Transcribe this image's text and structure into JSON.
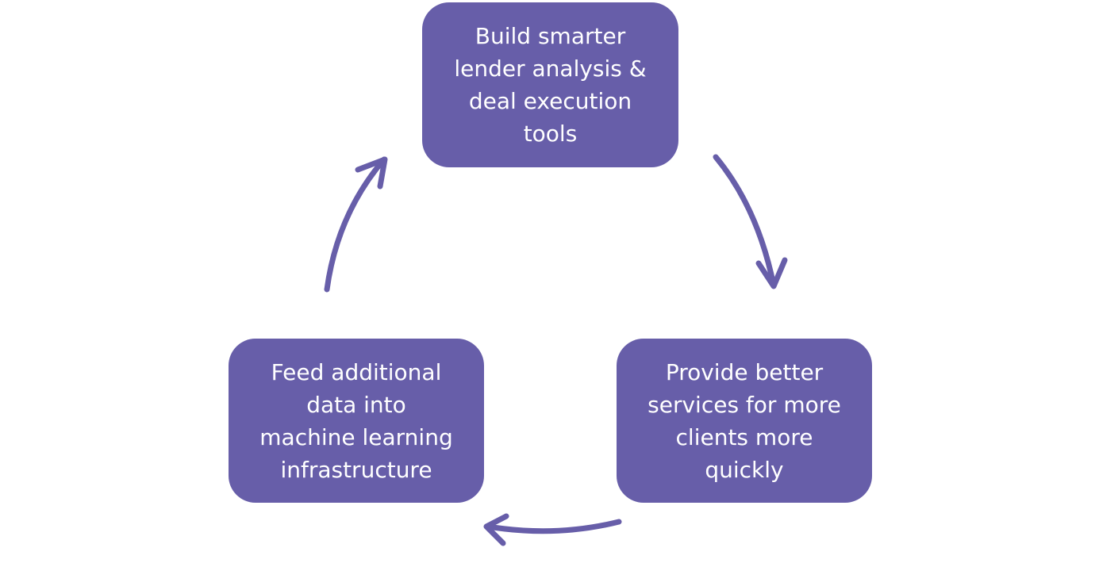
{
  "diagram": {
    "type": "cycle",
    "accent_color": "#675ea9",
    "text_color": "#ffffff",
    "nodes": [
      {
        "id": "top",
        "lines": [
          "Build smarter",
          "lender analysis &",
          "deal execution",
          "tools"
        ]
      },
      {
        "id": "right",
        "lines": [
          "Provide better",
          "services for more",
          "clients more",
          "quickly"
        ]
      },
      {
        "id": "left",
        "lines": [
          "Feed additional",
          "data into",
          "machine learning",
          "infrastructure"
        ]
      }
    ],
    "edges": [
      {
        "from": "top",
        "to": "right"
      },
      {
        "from": "right",
        "to": "left"
      },
      {
        "from": "left",
        "to": "top"
      }
    ]
  }
}
